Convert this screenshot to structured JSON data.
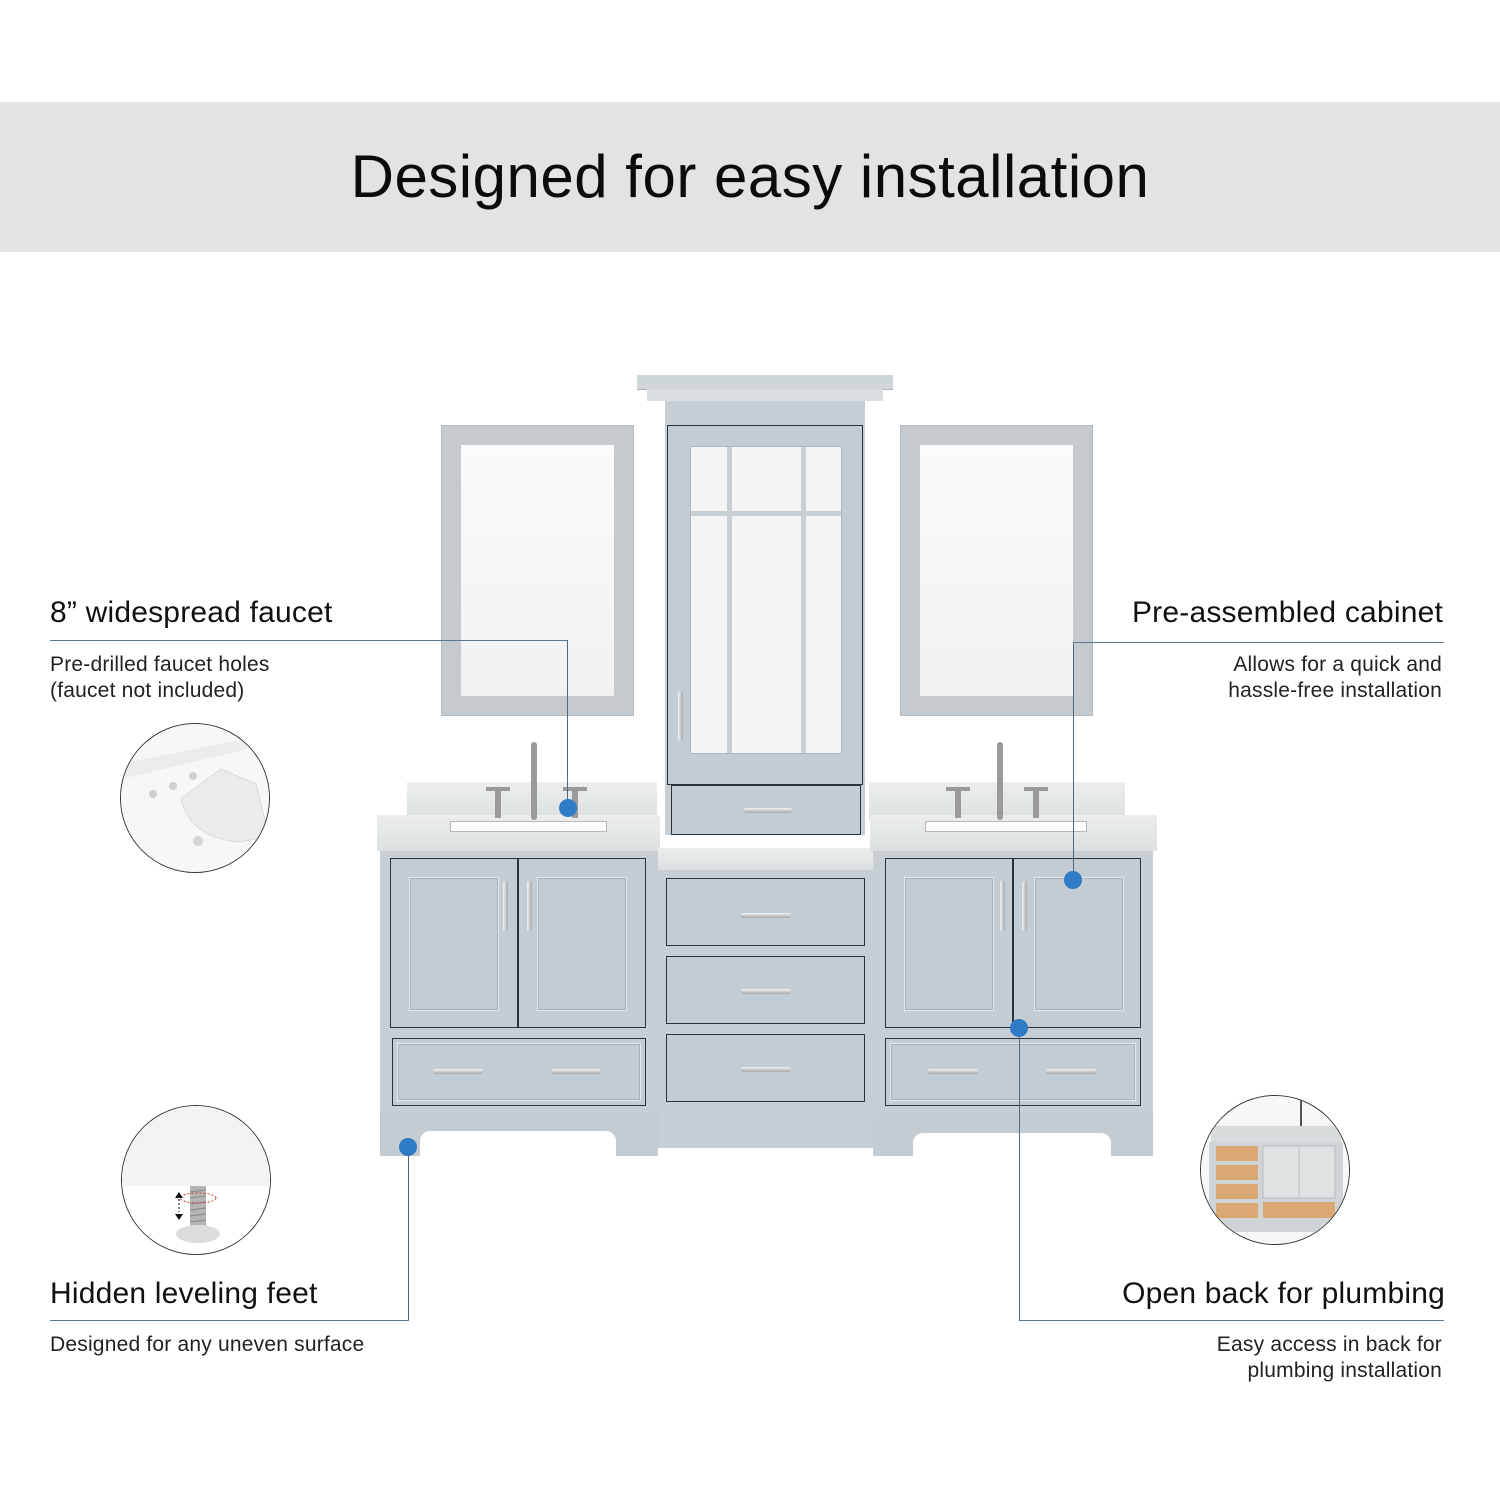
{
  "banner": {
    "title": "Designed for easy installation"
  },
  "features": [
    {
      "id": "faucet",
      "title": "8” widespread faucet",
      "description": "Pre-drilled faucet holes\n(faucet not included)",
      "image_icon": "sink-faucet-holes-closeup"
    },
    {
      "id": "cabinet",
      "title": "Pre-assembled cabinet",
      "description": "Allows for  a quick and\nhassle-free installation"
    },
    {
      "id": "feet",
      "title": "Hidden leveling feet",
      "description": "Designed for any uneven surface",
      "image_icon": "leveling-foot-closeup"
    },
    {
      "id": "plumbing",
      "title": "Open back for plumbing",
      "description": "Easy access in back for\nplumbing installation",
      "image_icon": "open-back-cabinet-closeup"
    }
  ],
  "colors": {
    "banner_bg": "#e3e3e3",
    "callout_dot": "#2f7bc6",
    "callout_line": "#4e6a82",
    "cabinet_gray": "#c3ccd2"
  },
  "product": {
    "image_icon": "double-vanity-with-tower-and-mirrors"
  }
}
